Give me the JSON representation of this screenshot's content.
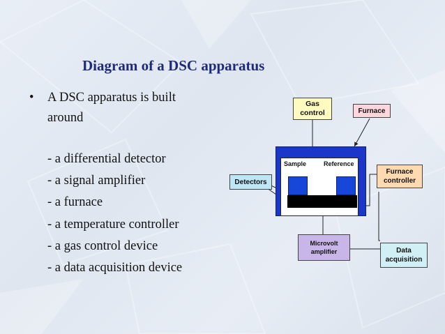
{
  "slide": {
    "title": "Diagram of a DSC apparatus",
    "bullet_line1": "A DSC apparatus is built",
    "bullet_line2": "around",
    "items": [
      "- a differential detector",
      "- a signal amplifier",
      "- a furnace",
      "- a temperature controller",
      "- a gas control device",
      "- a data acquisition device"
    ]
  },
  "diagram": {
    "gas_control_line1": "Gas",
    "gas_control_line2": "control",
    "furnace": "Furnace",
    "sample": "Sample",
    "reference": "Reference",
    "detectors": "Detectors",
    "furnace_controller_line1": "Furnace",
    "furnace_controller_line2": "controller",
    "microvolt_line1": "Microvolt",
    "microvolt_line2": "amplifier",
    "data_acq_line1": "Data",
    "data_acq_line2": "acquisition"
  },
  "colors": {
    "title": "#1f2a7a",
    "gas_control_fill": "#fffbc0",
    "furnace_fill": "#ffd6dc",
    "furnace_controller_fill": "#ffd9b0",
    "detectors_fill": "#bfe6f5",
    "microvolt_fill": "#c9b6e8",
    "data_acq_fill": "#d0f0f5",
    "cell_fill": "#1747d8",
    "furnace_body": "#1a37c9"
  }
}
